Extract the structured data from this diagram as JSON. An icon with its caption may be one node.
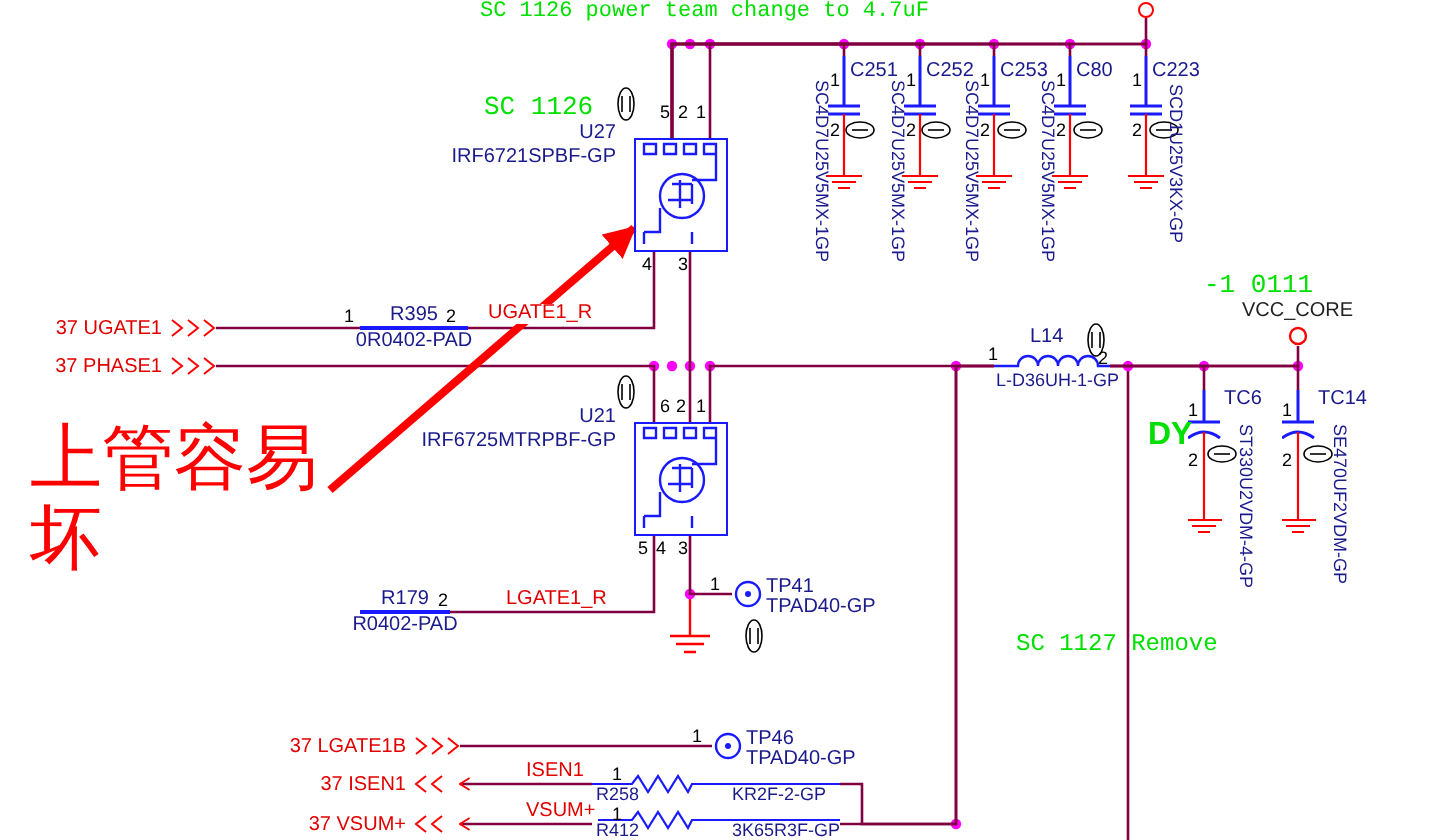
{
  "diagram": {
    "nodes": [
      {
        "text": [],
        "shape": "box",
        "beside": [
          "U27",
          "IRF6721SPBF-GP"
        ]
      },
      {
        "text": [],
        "shape": "box",
        "beside": [
          "U21",
          "IRF6725MTRPBF-GP"
        ]
      },
      {
        "text": [
          "R395",
          "0R0402-PAD"
        ]
      },
      {
        "text": [
          "R179",
          "R0402-PAD"
        ]
      },
      {
        "text": [
          "L14",
          "L-D36UH-1-GP"
        ]
      },
      {
        "text": [
          "C251",
          "SC4D7U25V5MX-1GP"
        ]
      },
      {
        "text": [
          "C252",
          "SC4D7U25V5MX-1GP"
        ]
      },
      {
        "text": [
          "C253",
          "SC4D7U25V5MX-1GP"
        ]
      },
      {
        "text": [
          "C80",
          "SC4D7U25V5MX-1GP"
        ]
      },
      {
        "text": [
          "C223",
          "SCD1U25V3KX-GP"
        ]
      },
      {
        "text": [
          "TC6",
          "ST330U2VDM-4-GP"
        ]
      },
      {
        "text": [
          "TC14",
          "SE470UF2VDM-GP"
        ]
      },
      {
        "text": [
          "TP41",
          "TPAD40-GP"
        ]
      },
      {
        "text": [
          "TP46",
          "TPAD40-GP"
        ]
      },
      {
        "text": [
          "R258",
          "KR2F-2-GP"
        ]
      },
      {
        "text": [
          "R412",
          "3K65R3F-GP"
        ]
      },
      {
        "text": [
          "37 UGATE1"
        ]
      },
      {
        "text": [
          "37 PHASE1"
        ]
      },
      {
        "text": [
          "37 LGATE1B"
        ]
      },
      {
        "text": [
          "37 ISEN1"
        ]
      },
      {
        "text": [
          "37 VSUM+"
        ]
      },
      {
        "text": [
          "VCC_CORE"
        ]
      },
      {
        "text": [],
        "shape": "circle"
      },
      {
        "text": [
          "上管容易坏"
        ]
      }
    ],
    "edges": [
      {
        "from": 16,
        "to": 2,
        "arrow": "none"
      },
      {
        "from": 2,
        "to": 0,
        "arrow": "none",
        "label": "UGATE1_R"
      },
      {
        "from": 17,
        "to": 1,
        "arrow": "none"
      },
      {
        "from": 0,
        "to": 1,
        "arrow": "none"
      },
      {
        "from": 1,
        "to": 4,
        "arrow": "none"
      },
      {
        "from": 4,
        "to": 21,
        "arrow": "none"
      },
      {
        "from": 4,
        "to": 10,
        "arrow": "none"
      },
      {
        "from": 4,
        "to": 11,
        "arrow": "none"
      },
      {
        "from": 3,
        "to": 1,
        "arrow": "none",
        "label": "LGATE1_R"
      },
      {
        "from": 1,
        "to": 12,
        "arrow": "none"
      },
      {
        "from": 18,
        "to": 13,
        "arrow": "none"
      },
      {
        "from": 14,
        "to": 19,
        "arrow": "to",
        "label": "ISEN1"
      },
      {
        "from": 14,
        "to": 4,
        "arrow": "none"
      },
      {
        "from": 15,
        "to": 20,
        "arrow": "to",
        "label": "VSUM+"
      },
      {
        "from": 15,
        "to": 4,
        "arrow": "none"
      },
      {
        "from": 0,
        "to": 5,
        "arrow": "none"
      },
      {
        "from": 0,
        "to": 6,
        "arrow": "none"
      },
      {
        "from": 0,
        "to": 7,
        "arrow": "none"
      },
      {
        "from": 0,
        "to": 8,
        "arrow": "none"
      },
      {
        "from": 0,
        "to": 9,
        "arrow": "none"
      },
      {
        "from": 0,
        "to": 22,
        "arrow": "none"
      },
      {
        "from": 23,
        "to": 0,
        "arrow": "to",
        "style": "thick",
        "color": "#ff0000"
      }
    ],
    "labels": [
      "SC 1126 power team change to 4.7uF",
      "SC 1126",
      "5",
      "2",
      "1",
      "1",
      "2",
      "1",
      "2",
      "1",
      "2",
      "1",
      "2",
      "1",
      "2",
      "4",
      "3",
      "1",
      "2",
      "-1 0111",
      "1",
      "2",
      "6",
      "2",
      "1",
      "DY",
      "1",
      "2",
      "1",
      "2",
      "5",
      "4",
      "3",
      "2",
      "1",
      "SC 1127 Remove",
      "1",
      "1",
      "1"
    ]
  }
}
